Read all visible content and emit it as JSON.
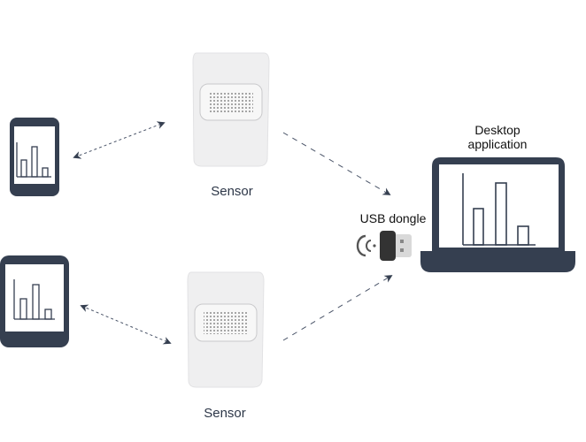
{
  "diagram": {
    "nodes": {
      "sensor_top": {
        "label": "Sensor"
      },
      "sensor_bottom": {
        "label": "Sensor"
      },
      "phone_top": {
        "label": ""
      },
      "tablet_bottom": {
        "label": ""
      },
      "usb_dongle": {
        "label": "USB dongle"
      },
      "desktop": {
        "label_line1": "Desktop",
        "label_line2": "application"
      }
    },
    "edges": [
      {
        "from": "phone_top",
        "to": "sensor_top",
        "style": "dotted",
        "direction": "both"
      },
      {
        "from": "tablet_bottom",
        "to": "sensor_bottom",
        "style": "dotted",
        "direction": "both"
      },
      {
        "from": "sensor_top",
        "to": "usb_dongle",
        "style": "dashed",
        "direction": "forward"
      },
      {
        "from": "sensor_bottom",
        "to": "usb_dongle",
        "style": "dashed",
        "direction": "forward"
      }
    ],
    "colors": {
      "device_dark": "#353f50",
      "sensor_body": "#ededee",
      "dongle_black": "#333333",
      "dongle_plug": "#d6d6d6"
    }
  }
}
